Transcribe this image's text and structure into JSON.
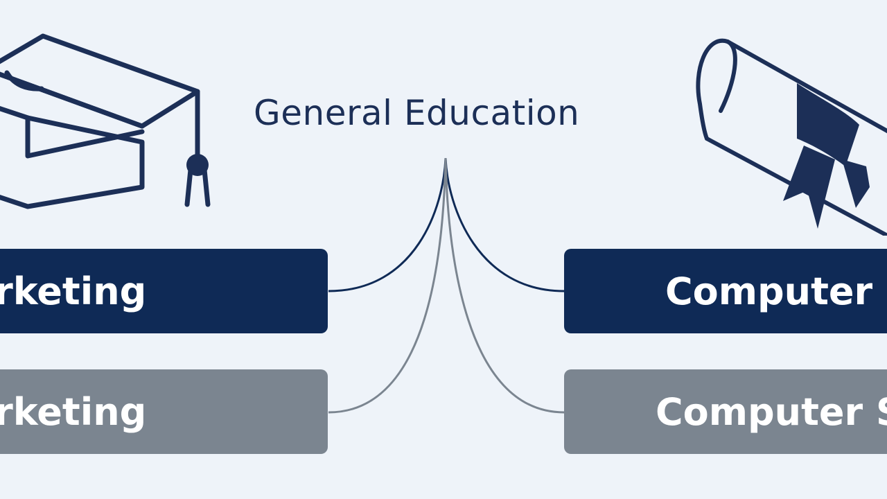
{
  "diagram": {
    "center_label": "General Education",
    "nodes": [
      {
        "id": "left-primary",
        "label": "Marketing"
      },
      {
        "id": "left-secondary",
        "label": "Marketing"
      },
      {
        "id": "right-primary",
        "label": "Computer Science"
      },
      {
        "id": "right-secondary",
        "label": "Computer Science"
      }
    ],
    "icons": [
      "graduation-cap-icon",
      "diploma-scroll-icon"
    ],
    "colors": {
      "background": "#eef3f9",
      "primary": "#0f2a56",
      "secondary": "#7b8590",
      "text_dark": "#1c2f57",
      "connector_primary": "#0f2a56",
      "connector_secondary": "#7b8590"
    }
  }
}
